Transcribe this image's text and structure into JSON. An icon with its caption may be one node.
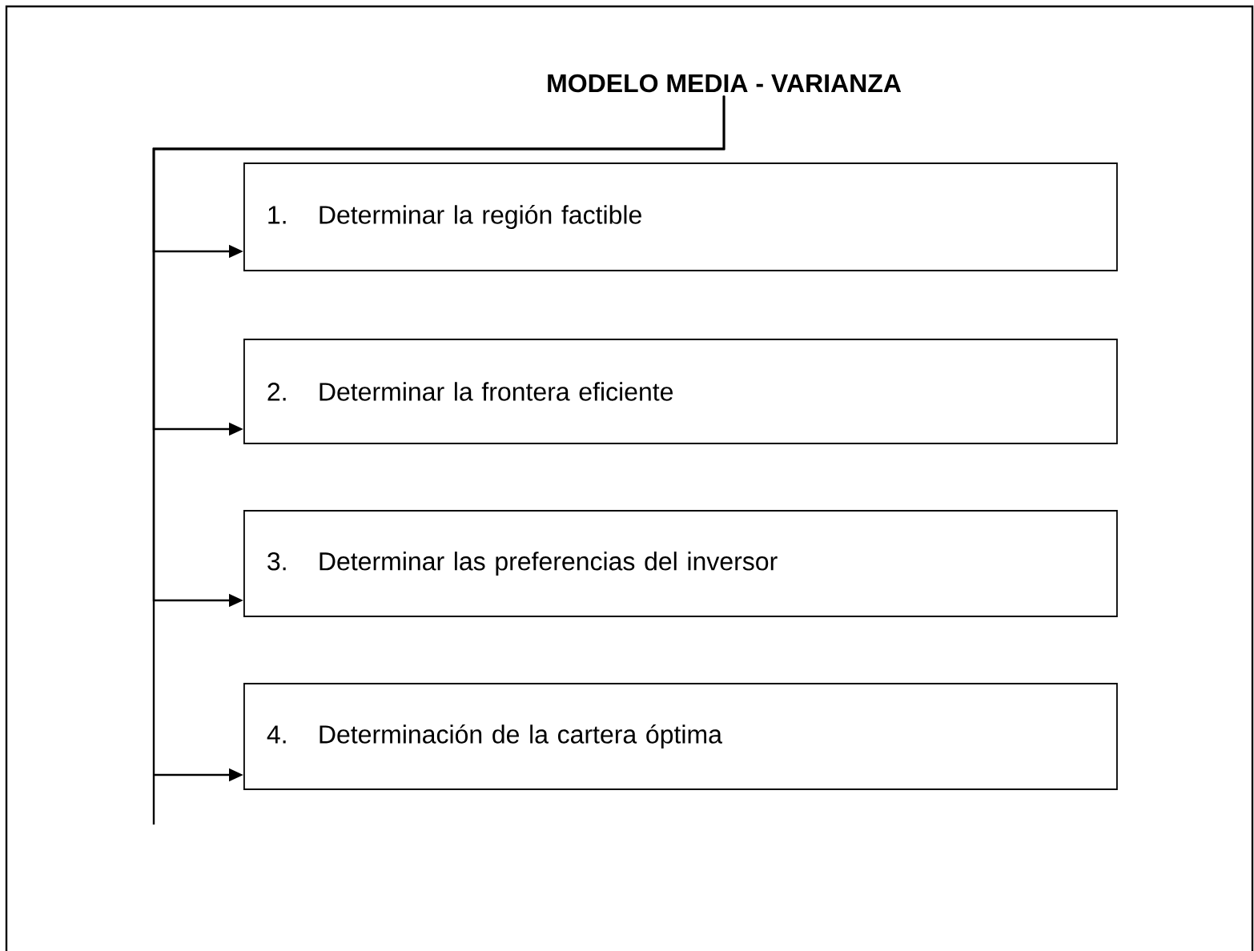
{
  "diagram": {
    "nodes": [
      {
        "text": [
          "MODELO MEDIA - VARIANZA"
        ]
      },
      {
        "text": [
          "1.",
          "Determinar la región factible"
        ]
      },
      {
        "text": [
          "2.",
          "Determinar la frontera eficiente"
        ]
      },
      {
        "text": [
          "3.",
          "Determinar las preferencias del inversor"
        ]
      },
      {
        "text": [
          "4.",
          "Determinación de la cartera óptima"
        ]
      }
    ],
    "edges": [
      {
        "from": 0,
        "to": 1,
        "arrow": "to"
      },
      {
        "from": 0,
        "to": 2,
        "arrow": "to"
      },
      {
        "from": 0,
        "to": 3,
        "arrow": "to"
      },
      {
        "from": 0,
        "to": 4,
        "arrow": "to"
      }
    ]
  }
}
